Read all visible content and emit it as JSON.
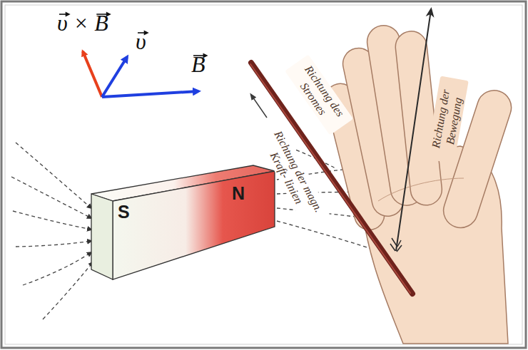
{
  "diagram": {
    "nodes": [
      {
        "text": [
          "S",
          "N"
        ]
      }
    ],
    "labels": [
      "υ × B",
      "υ",
      "B",
      "Richtung der magn. Kraft- linien",
      "Richtung des Stromes",
      "Richtung der Bewegung"
    ]
  }
}
